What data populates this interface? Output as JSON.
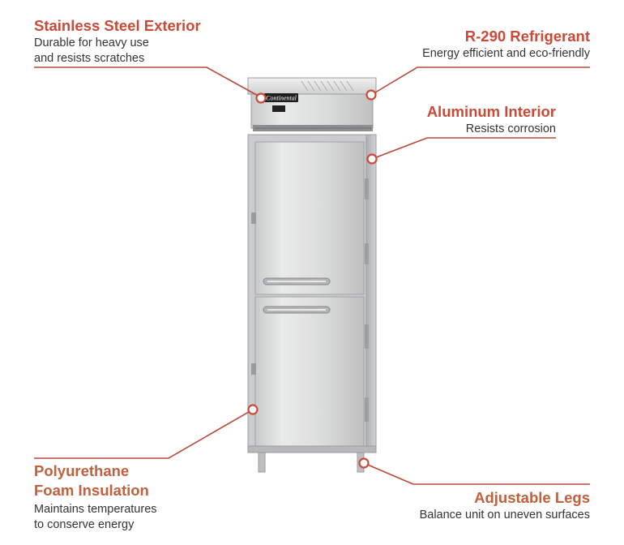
{
  "colors": {
    "accent": "#c94a36",
    "leader": "#b84838",
    "text": "#333333"
  },
  "callouts": {
    "stainless": {
      "title": "Stainless Steel Exterior",
      "lines": [
        "Durable for heavy use",
        "and resists scratches"
      ]
    },
    "refrigerant": {
      "title": "R-290 Refrigerant",
      "lines": [
        "Energy efficient and eco-friendly"
      ]
    },
    "aluminum": {
      "title": "Aluminum Interior",
      "lines": [
        "Resists corrosion"
      ]
    },
    "foam": {
      "title_lines": [
        "Polyurethane",
        "Foam Insulation"
      ],
      "lines": [
        "Maintains temperatures",
        "to conserve energy"
      ]
    },
    "legs": {
      "title": "Adjustable Legs",
      "lines": [
        "Balance unit on uneven surfaces"
      ]
    }
  },
  "product": {
    "brand_logo": "continental",
    "display_icon": "digital-display-icon"
  }
}
